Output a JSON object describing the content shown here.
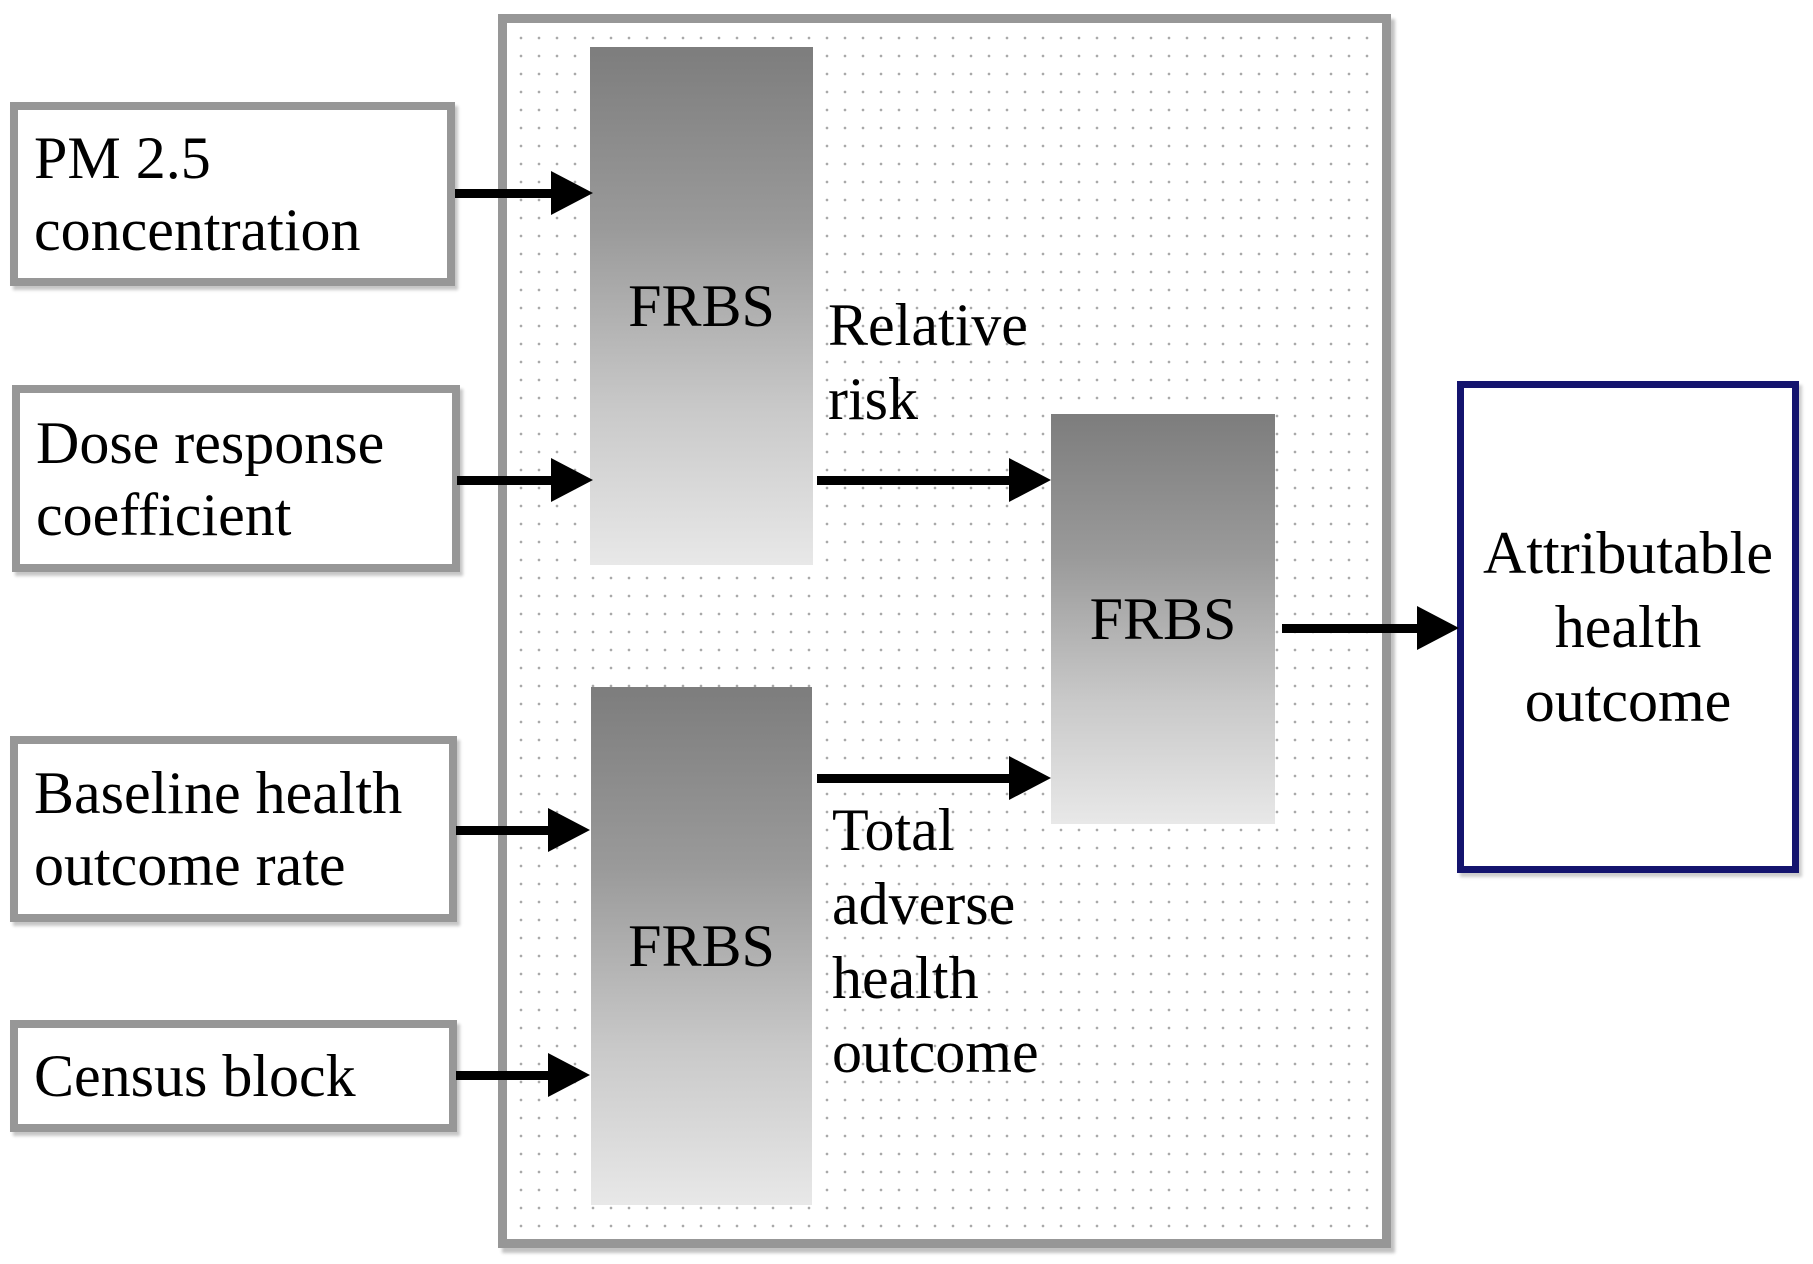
{
  "diagram": {
    "title_implicit": "Fuzzy rule-based system for attributable health outcome estimation",
    "inputs": [
      {
        "id": "pm25",
        "label": "PM 2.5\nconcentration"
      },
      {
        "id": "dose-response",
        "label": "Dose response\ncoefficient"
      },
      {
        "id": "baseline",
        "label": "Baseline health\noutcome rate"
      },
      {
        "id": "census-block",
        "label": "Census block"
      }
    ],
    "frbs_blocks": [
      {
        "id": "frbs-1",
        "label": "FRBS"
      },
      {
        "id": "frbs-2",
        "label": "FRBS"
      },
      {
        "id": "frbs-3",
        "label": "FRBS"
      }
    ],
    "intermediate_labels": [
      {
        "id": "relative-risk",
        "label": "Relative\nrisk"
      },
      {
        "id": "total-adverse",
        "label": "Total\nadverse\nhealth\noutcome"
      }
    ],
    "output": {
      "id": "attributable-health-outcome",
      "label": "Attributable\nhealth\noutcome"
    },
    "colors": {
      "box_border_gray": "#979797",
      "output_border_navy": "#14146e",
      "arrow_black": "#000000",
      "frbs_gradient_top": "#7d7d7d",
      "frbs_gradient_bottom": "#e8e8e8",
      "dot_pattern_gray": "#a9a9a9",
      "background": "#ffffff"
    }
  }
}
